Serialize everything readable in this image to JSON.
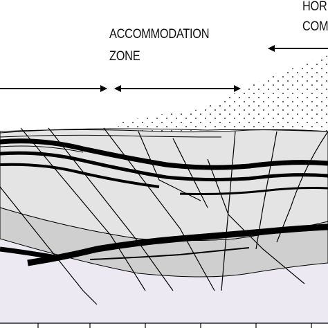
{
  "labels": {
    "accommodation_zone_line1": "ACCOMMODATION",
    "accommodation_zone_line2": "ZONE",
    "right_zone_line1": "HOR",
    "right_zone_line2": "COM"
  },
  "colors": {
    "background": "#ffffff",
    "stroke": "#000000",
    "layer_light_gray": "#e4e4e4",
    "layer_mid_gray": "#cfcfcf",
    "basement": "#ece9f3",
    "stipple_dots": "#555555"
  }
}
